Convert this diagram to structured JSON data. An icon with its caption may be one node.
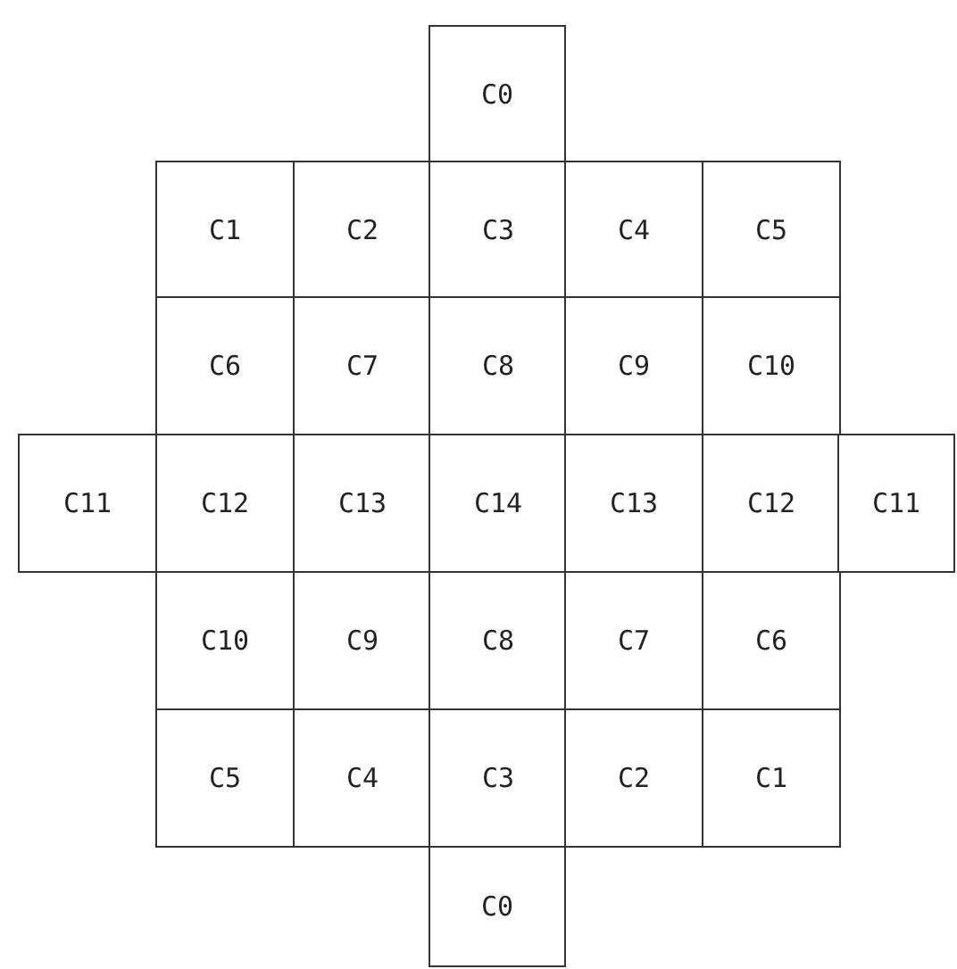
{
  "diagram": {
    "nodes": [
      {
        "text": [
          "C0"
        ]
      },
      {
        "text": [
          "C1"
        ]
      },
      {
        "text": [
          "C2"
        ]
      },
      {
        "text": [
          "C3"
        ]
      },
      {
        "text": [
          "C4"
        ]
      },
      {
        "text": [
          "C5"
        ]
      },
      {
        "text": [
          "C6"
        ]
      },
      {
        "text": [
          "C7"
        ]
      },
      {
        "text": [
          "C8"
        ]
      },
      {
        "text": [
          "C9"
        ]
      },
      {
        "text": [
          "C10"
        ]
      },
      {
        "text": [
          "C11"
        ]
      },
      {
        "text": [
          "C12"
        ]
      },
      {
        "text": [
          "C13"
        ]
      },
      {
        "text": [
          "C14"
        ]
      },
      {
        "text": [
          "C13"
        ]
      },
      {
        "text": [
          "C12"
        ]
      },
      {
        "text": [
          "C11"
        ]
      },
      {
        "text": [
          "C10"
        ]
      },
      {
        "text": [
          "C9"
        ]
      },
      {
        "text": [
          "C8"
        ]
      },
      {
        "text": [
          "C7"
        ]
      },
      {
        "text": [
          "C6"
        ]
      },
      {
        "text": [
          "C5"
        ]
      },
      {
        "text": [
          "C4"
        ]
      },
      {
        "text": [
          "C3"
        ]
      },
      {
        "text": [
          "C2"
        ]
      },
      {
        "text": [
          "C1"
        ]
      },
      {
        "text": [
          "C0"
        ]
      }
    ]
  }
}
